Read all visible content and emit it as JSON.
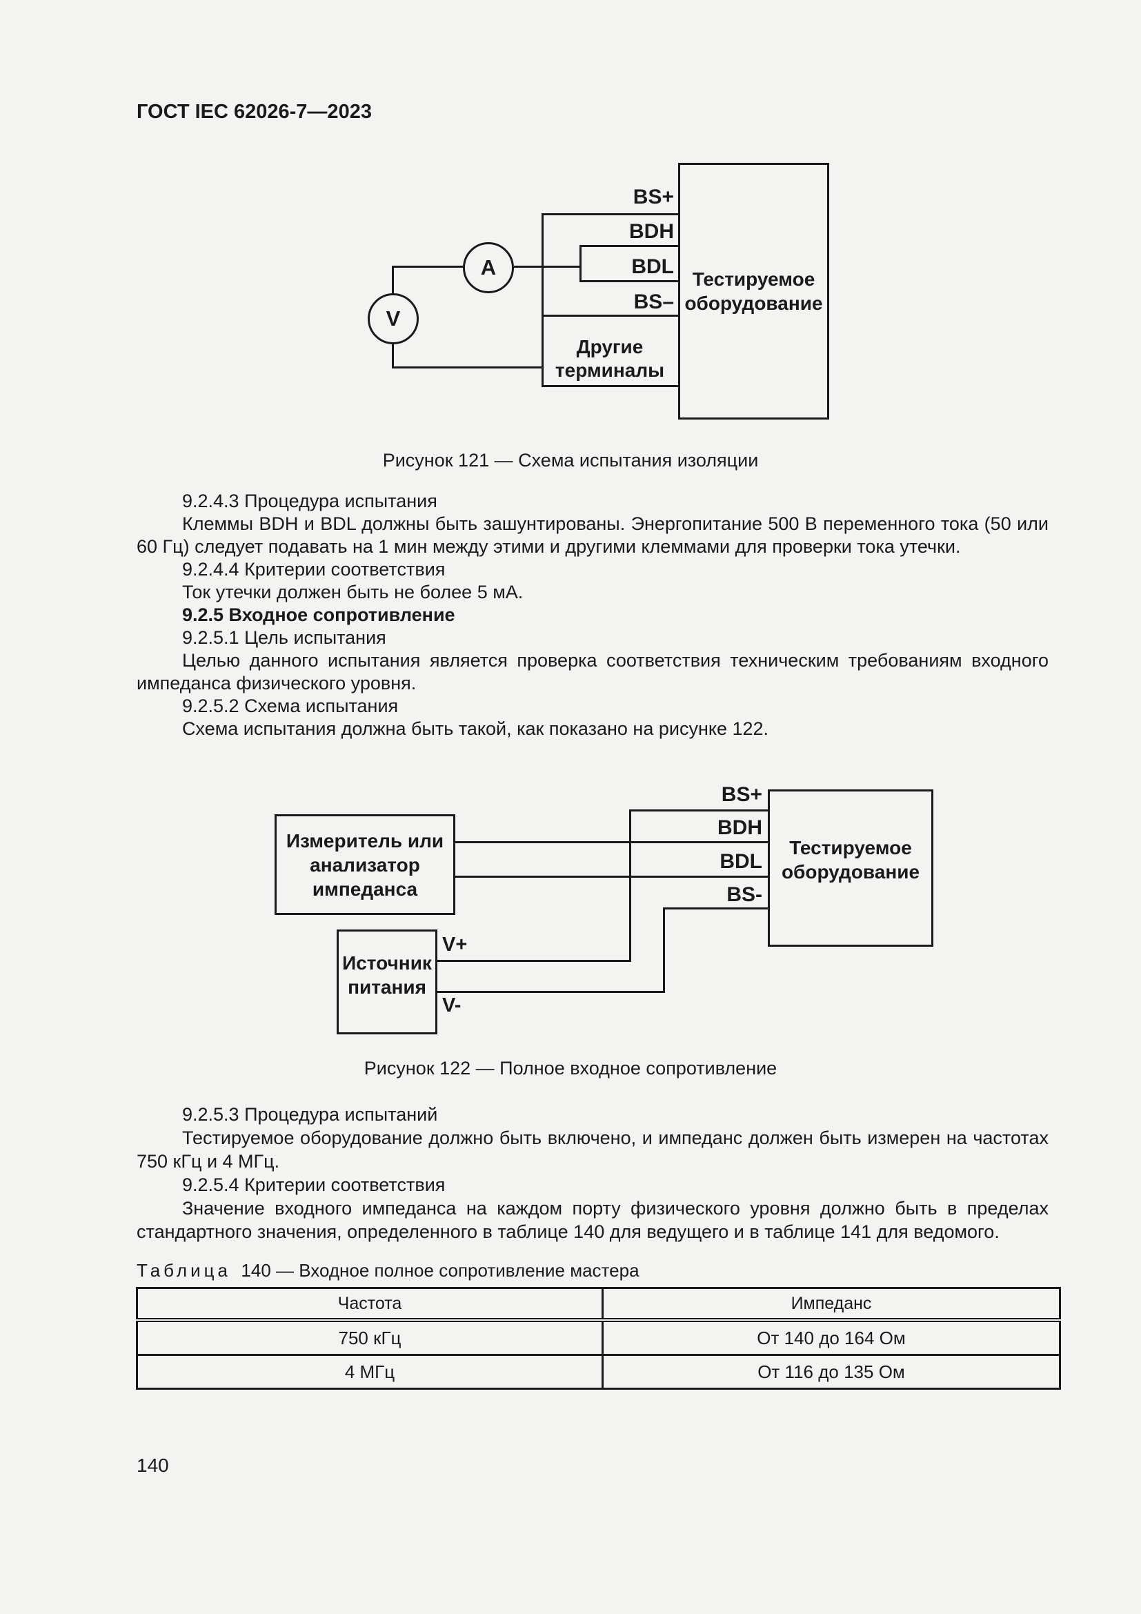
{
  "colors": {
    "ink": "#1a1a1a",
    "paper": "#f3f3f2"
  },
  "header": {
    "title": "ГОСТ IEC 62026-7—2023"
  },
  "page_number": "140",
  "figure121": {
    "caption": "Рисунок 121 — Схема испытания изоляции",
    "ammeter": "A",
    "voltmeter": "V",
    "labels": {
      "bs_plus": "BS+",
      "bdh": "BDH",
      "bdl": "BDL",
      "bs_minus": "BS–",
      "other_terminals_line1": "Другие",
      "other_terminals_line2": "терминалы"
    },
    "equipment": {
      "line1": "Тестируемое",
      "line2": "оборудование"
    }
  },
  "text1": {
    "lines": [
      {
        "text": "9.2.4.3 Процедура испытания"
      },
      {
        "text": "Клеммы BDH и BDL должны быть зашунтированы. Энергопитание 500 В переменного тока (50 или"
      },
      {
        "text": "60 Гц) следует подавать на 1 мин между этими и другими клеммами для проверки тока утечки."
      },
      {
        "text": "9.2.4.4 Критерии соответствия"
      },
      {
        "text": "Ток утечки должен быть не более 5 мА."
      },
      {
        "text": "9.2.5 Входное сопротивление"
      },
      {
        "text": "9.2.5.1 Цель испытания"
      },
      {
        "text": "Целью данного испытания является проверка соответствия техническим требованиям входного"
      },
      {
        "text": "импеданса физического уровня."
      },
      {
        "text": "9.2.5.2 Схема испытания"
      },
      {
        "text": "Схема испытания должна быть такой, как показано на рисунке 122."
      }
    ]
  },
  "figure122": {
    "caption": "Рисунок 122 — Полное входное сопротивление",
    "analyzer": {
      "line1": "Измеритель или",
      "line2": "анализатор",
      "line3": "импеданса"
    },
    "equipment": {
      "line1": "Тестируемое",
      "line2": "оборудование"
    },
    "source": {
      "line1": "Источник",
      "line2": "питания"
    },
    "labels": {
      "bs_plus": "BS+",
      "bdh": "BDH",
      "bdl": "BDL",
      "bs_minus": "BS-",
      "v_plus": "V+",
      "v_minus": "V-"
    }
  },
  "text2": {
    "lines": [
      {
        "text": "9.2.5.3 Процедура испытаний"
      },
      {
        "text": "Тестируемое оборудование должно быть включено, и импеданс должен быть измерен на частотах"
      },
      {
        "text": "750 кГц и 4 МГц."
      },
      {
        "text": "9.2.5.4 Критерии соответствия"
      },
      {
        "text": "Значение входного импеданса на каждом порту физического уровня должно быть в пределах"
      },
      {
        "text": "стандартного значения, определенного в таблице 140 для ведущего и в таблице 141 для ведомого."
      }
    ]
  },
  "table140": {
    "title_word": "Таблица",
    "title_rest": "140 — Входное полное сопротивление мастера",
    "headers": [
      "Частота",
      "Импеданс"
    ],
    "rows": [
      [
        "750 кГц",
        "От 140 до 164 Ом"
      ],
      [
        "4 МГц",
        "От 116 до 135 Ом"
      ]
    ]
  }
}
